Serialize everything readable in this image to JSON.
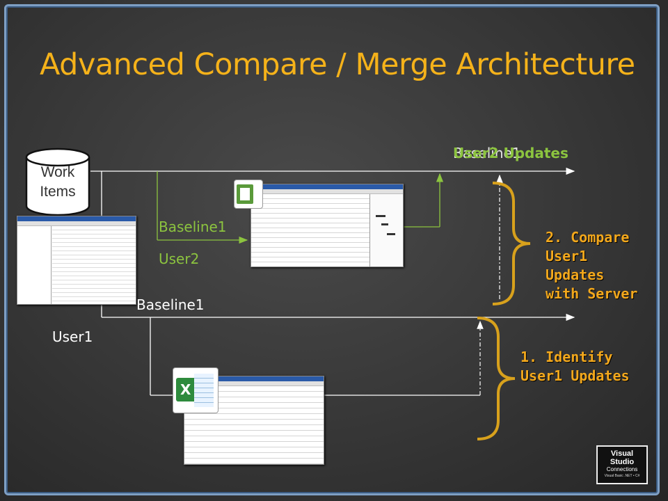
{
  "slide": {
    "title": "Advanced Compare / Merge Architecture"
  },
  "server": {
    "label": "Work Items",
    "label_line1": "Work",
    "label_line2": "Items"
  },
  "labels": {
    "user2_updates": "User2 Updates",
    "baseline1_overlap": "Baseline1",
    "baseline1_user2": "Baseline1",
    "user2": "User2",
    "baseline1_user1": "Baseline1",
    "user1": "User1"
  },
  "callouts": {
    "compare": [
      "2. Compare",
      "User1",
      "Updates",
      "with Server"
    ],
    "identify": [
      "1. Identify",
      "User1 Updates"
    ]
  },
  "logo": {
    "line1": "Visual",
    "line2": "Studio",
    "line3": "Connections",
    "line4": "Visual Basic .NET • C#"
  },
  "colors": {
    "title": "#f5b21a",
    "green": "#8cc43f",
    "callout": "#f3a81c",
    "brace": "#d8a11c",
    "arrow": "#ffffff",
    "frame": "#7e9fc4"
  },
  "icons": [
    "database-icon",
    "project-icon",
    "excel-icon",
    "visual-studio-logo"
  ]
}
